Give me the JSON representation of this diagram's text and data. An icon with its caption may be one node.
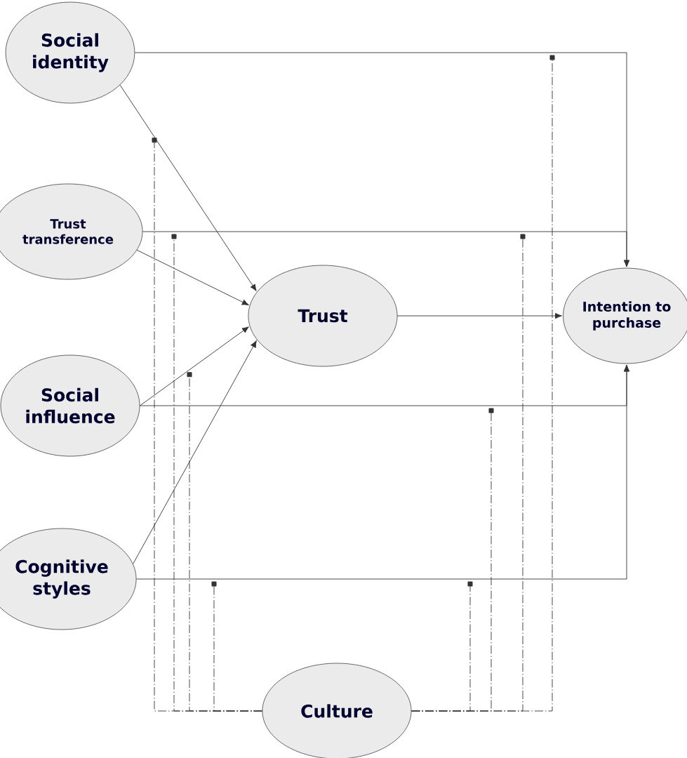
{
  "diagram": {
    "nodes": [
      {
        "text": [
          "Social identity"
        ]
      },
      {
        "text": [
          "Trust transference"
        ]
      },
      {
        "text": [
          "Social influence"
        ]
      },
      {
        "text": [
          "Cognitive styles"
        ]
      },
      {
        "text": [
          "Trust"
        ]
      },
      {
        "text": [
          "Intention to purchase"
        ]
      },
      {
        "text": [
          "Culture"
        ]
      }
    ],
    "edges": [
      {
        "from": 0,
        "to": 5,
        "arrow": "to"
      },
      {
        "from": 0,
        "to": 4,
        "arrow": "to"
      },
      {
        "from": 1,
        "to": 4,
        "arrow": "to"
      },
      {
        "from": 2,
        "to": 4,
        "arrow": "to"
      },
      {
        "from": 3,
        "to": 4,
        "arrow": "to"
      },
      {
        "from": 1,
        "to": 5,
        "arrow": "to"
      },
      {
        "from": 4,
        "to": 5,
        "arrow": "to"
      },
      {
        "from": 2,
        "to": 5,
        "arrow": "to"
      },
      {
        "from": 3,
        "to": 5,
        "arrow": "to"
      },
      {
        "from": 6,
        "to": null,
        "arrow": "other",
        "style": "dashed"
      },
      {
        "from": 6,
        "to": null,
        "arrow": "other",
        "style": "dashed"
      },
      {
        "from": 6,
        "to": null,
        "arrow": "other",
        "style": "dashed"
      },
      {
        "from": 6,
        "to": null,
        "arrow": "other",
        "style": "dashed"
      },
      {
        "from": 6,
        "to": null,
        "arrow": "other",
        "style": "dashed"
      },
      {
        "from": 6,
        "to": null,
        "arrow": "other",
        "style": "dashed"
      },
      {
        "from": 6,
        "to": null,
        "arrow": "other",
        "style": "dashed"
      },
      {
        "from": 6,
        "to": null,
        "arrow": "other",
        "style": "dashed"
      }
    ]
  }
}
